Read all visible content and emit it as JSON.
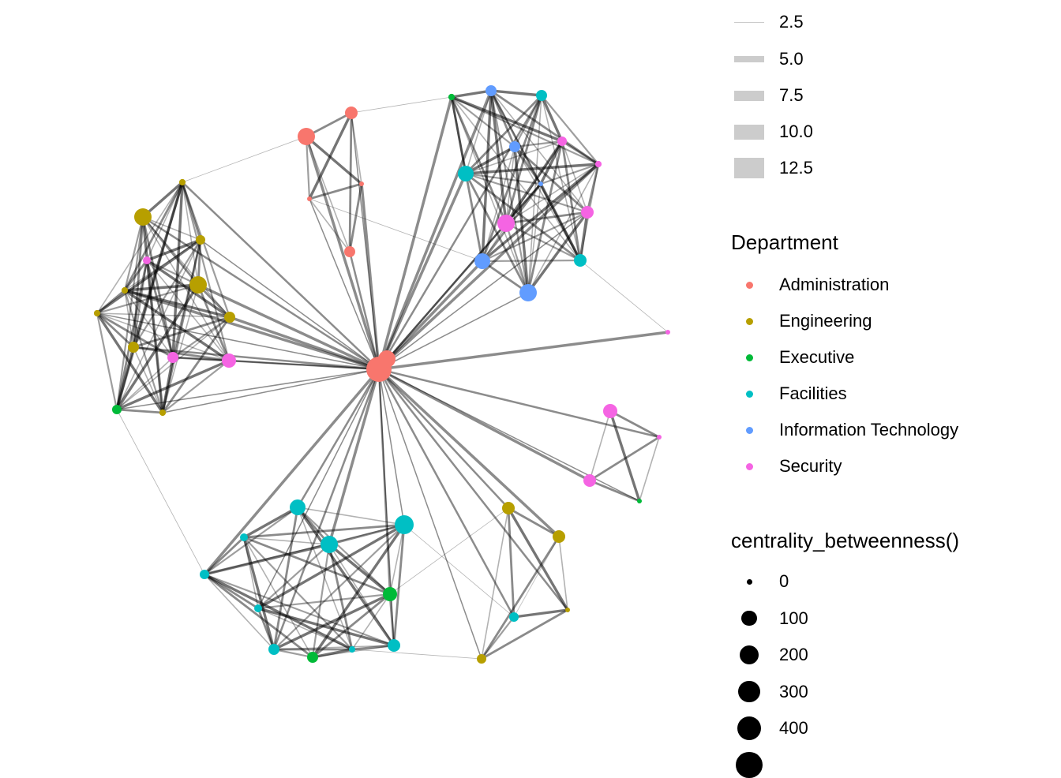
{
  "legend_edge_width": {
    "items": [
      "2.5",
      "5.0",
      "7.5",
      "10.0",
      "12.5"
    ],
    "values": [
      2.5,
      5.0,
      7.5,
      10.0,
      12.5
    ],
    "color": "#CCCCCC"
  },
  "legend_department": {
    "title": "Department",
    "items": [
      {
        "label": "Administration",
        "color": "#F8766D"
      },
      {
        "label": "Engineering",
        "color": "#B79F00"
      },
      {
        "label": "Executive",
        "color": "#00BA38"
      },
      {
        "label": "Facilities",
        "color": "#00BFC4"
      },
      {
        "label": "Information Technology",
        "color": "#619CFF"
      },
      {
        "label": "Security",
        "color": "#F564E3"
      }
    ]
  },
  "legend_size": {
    "title": "centrality_betweenness()",
    "items": [
      "0",
      "100",
      "200",
      "300",
      "400"
    ],
    "values": [
      0,
      100,
      200,
      300,
      400,
      500
    ]
  },
  "nodes": [
    {
      "dept": "Administration",
      "betweenness": 425
    },
    {
      "dept": "Administration",
      "betweenness": 161
    },
    {
      "dept": "Administration",
      "betweenness": 161
    },
    {
      "dept": "Administration",
      "betweenness": 63
    },
    {
      "dept": "Administration",
      "betweenness": 40
    },
    {
      "dept": "Administration",
      "betweenness": 0
    },
    {
      "dept": "Administration",
      "betweenness": 0
    },
    {
      "dept": "Engineering",
      "betweenness": 161
    },
    {
      "dept": "Engineering",
      "betweenness": 161
    },
    {
      "dept": "Engineering",
      "betweenness": 23
    },
    {
      "dept": "Engineering",
      "betweenness": 3
    },
    {
      "dept": "Engineering",
      "betweenness": 3
    },
    {
      "dept": "Engineering",
      "betweenness": 3
    },
    {
      "dept": "Engineering",
      "betweenness": 40
    },
    {
      "dept": "Engineering",
      "betweenness": 40
    },
    {
      "dept": "Engineering",
      "betweenness": 3
    },
    {
      "dept": "Engineering",
      "betweenness": 63
    },
    {
      "dept": "Engineering",
      "betweenness": 63
    },
    {
      "dept": "Engineering",
      "betweenness": 23
    },
    {
      "dept": "Engineering",
      "betweenness": 0
    },
    {
      "dept": "Executive",
      "betweenness": 3
    },
    {
      "dept": "Executive",
      "betweenness": 23
    },
    {
      "dept": "Executive",
      "betweenness": 91
    },
    {
      "dept": "Executive",
      "betweenness": 40
    },
    {
      "dept": "Executive",
      "betweenness": 0
    },
    {
      "dept": "Facilities",
      "betweenness": 40
    },
    {
      "dept": "Facilities",
      "betweenness": 123
    },
    {
      "dept": "Facilities",
      "betweenness": 63
    },
    {
      "dept": "Facilities",
      "betweenness": 123
    },
    {
      "dept": "Facilities",
      "betweenness": 161
    },
    {
      "dept": "Facilities",
      "betweenness": 204
    },
    {
      "dept": "Facilities",
      "betweenness": 10
    },
    {
      "dept": "Facilities",
      "betweenness": 23
    },
    {
      "dept": "Facilities",
      "betweenness": 10
    },
    {
      "dept": "Facilities",
      "betweenness": 40
    },
    {
      "dept": "Facilities",
      "betweenness": 3
    },
    {
      "dept": "Facilities",
      "betweenness": 63
    },
    {
      "dept": "Facilities",
      "betweenness": 23
    },
    {
      "dept": "Information Technology",
      "betweenness": 40
    },
    {
      "dept": "Information Technology",
      "betweenness": 40
    },
    {
      "dept": "Information Technology",
      "betweenness": 0
    },
    {
      "dept": "Information Technology",
      "betweenness": 123
    },
    {
      "dept": "Information Technology",
      "betweenness": 161
    },
    {
      "dept": "Security",
      "betweenness": 23
    },
    {
      "dept": "Security",
      "betweenness": 3
    },
    {
      "dept": "Security",
      "betweenness": 63
    },
    {
      "dept": "Security",
      "betweenness": 161
    },
    {
      "dept": "Security",
      "betweenness": 10
    },
    {
      "dept": "Security",
      "betweenness": 40
    },
    {
      "dept": "Security",
      "betweenness": 91
    },
    {
      "dept": "Security",
      "betweenness": 0
    },
    {
      "dept": "Security",
      "betweenness": 91
    },
    {
      "dept": "Security",
      "betweenness": 0
    },
    {
      "dept": "Security",
      "betweenness": 63
    }
  ]
}
